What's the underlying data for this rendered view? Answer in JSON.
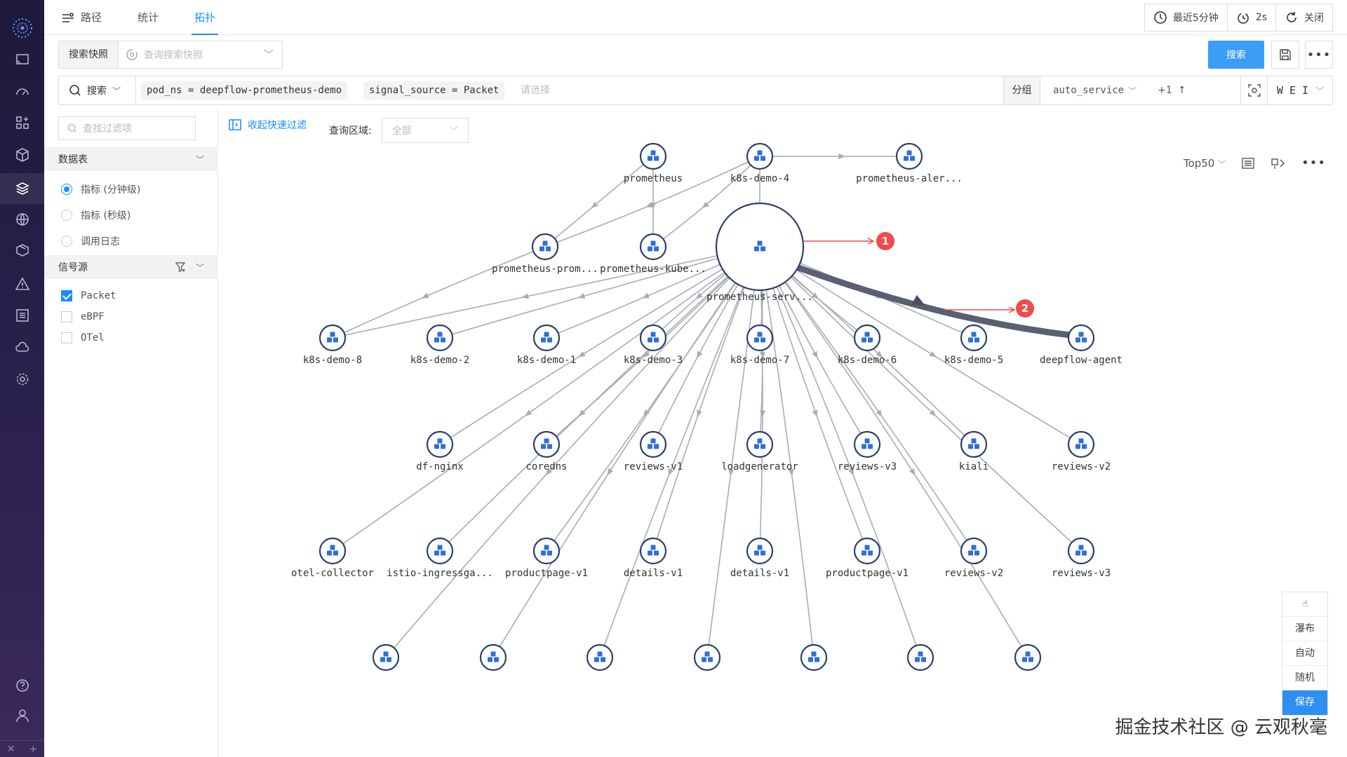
{
  "tabs": {
    "path": "路径",
    "stats": "统计",
    "topo": "拓扑"
  },
  "time_range": {
    "recent": "最近5分钟",
    "interval": "2s",
    "close": "关闭"
  },
  "snapshot": {
    "label": "搜索快照",
    "placeholder": "查询搜索快照"
  },
  "search_btn": "搜索",
  "filter": {
    "search_label": "搜索",
    "chips": [
      "pod_ns = deepflow-prometheus-demo",
      "signal_source = Packet"
    ],
    "placeholder": "请选择",
    "group_label": "分组",
    "group_value": "auto_service",
    "group_more": "+1",
    "tag_text": "W E I"
  },
  "side": {
    "search_placeholder": "查找过滤项",
    "table_section": "数据表",
    "table_options": [
      "指标 (分钟级)",
      "指标 (秒级)",
      "调用日志"
    ],
    "signal_section": "信号源",
    "signal_options": [
      "Packet",
      "eBPF",
      "OTel"
    ]
  },
  "main": {
    "quick_filter": "收起快速过滤",
    "region_label": "查询区域:",
    "region_value": "全部",
    "top": "Top50"
  },
  "nodes": {
    "prometheus": "prometheus",
    "k8s_demo_4": "k8s-demo-4",
    "prometheus_aler": "prometheus-aler...",
    "prometheus_prom": "prometheus-prom...",
    "prometheus_kube": "prometheus-kube...",
    "prometheus_serv": "prometheus-serv...",
    "k8s_demo_8": "k8s-demo-8",
    "k8s_demo_2": "k8s-demo-2",
    "k8s_demo_1": "k8s-demo-1",
    "k8s_demo_3": "k8s-demo-3",
    "k8s_demo_7": "k8s-demo-7",
    "k8s_demo_6": "k8s-demo-6",
    "k8s_demo_5": "k8s-demo-5",
    "deepflow_agent": "deepflow-agent",
    "df_nginx": "df-nginx",
    "coredns": "coredns",
    "reviews_v1": "reviews-v1",
    "loadgenerator": "loadgenerator",
    "reviews_v3": "reviews-v3",
    "kiali": "kiali",
    "reviews_v2": "reviews-v2",
    "otel_collector": "otel-collector",
    "istio_ingressga": "istio-ingressga...",
    "productpage_v1_a": "productpage-v1",
    "details_v1_a": "details-v1",
    "details_v1_b": "details-v1",
    "productpage_v1_b": "productpage-v1",
    "reviews_v2_b": "reviews-v2",
    "reviews_v3_b": "reviews-v3"
  },
  "annotations": {
    "a1": "1",
    "a2": "2"
  },
  "layout_panel": {
    "drag": "",
    "waterfall": "瀑布",
    "auto": "自动",
    "random": "随机",
    "save": "保存"
  },
  "watermark": "掘金技术社区 @ 云观秋毫",
  "colors": {
    "accent": "#1a8cff",
    "node": "#2f6fd6",
    "annotation": "#f04a4a"
  }
}
